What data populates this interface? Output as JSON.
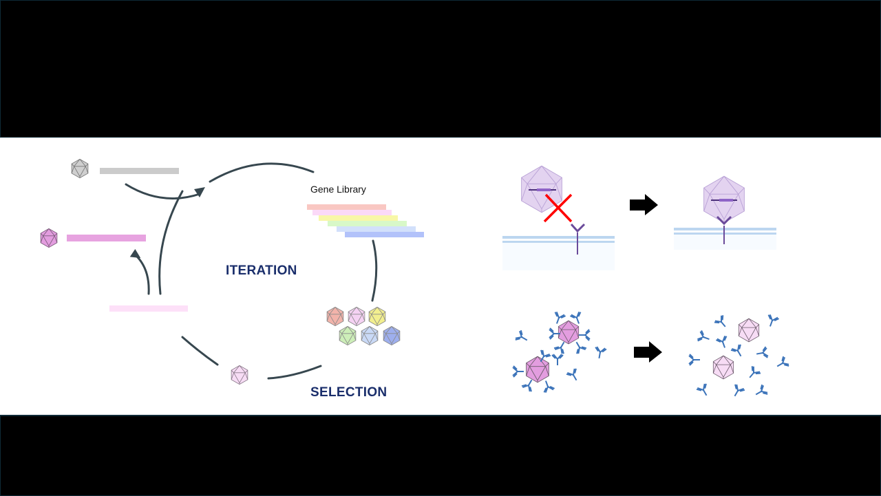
{
  "diagram": {
    "title": "Phage display iteration / selection cycle",
    "labels": {
      "gene_library": "Gene Library",
      "iteration": "ITERATION",
      "selection": "SELECTION"
    },
    "colors": {
      "arrow": "#37474f",
      "label_text": "#1a2e6b",
      "phage_gray": "#c8c8c8",
      "phage_magenta": "#e39ddf",
      "phage_pale_pink": "#f7dcf5",
      "antibody_blue": "#3b73b9",
      "receptor_purple": "#6a4a9a",
      "reject_red": "#ff0000",
      "membrane_blue": "#bcd6f0"
    },
    "library_colors": [
      "#f9c7c2",
      "#fbd9f7",
      "#f8f7a8",
      "#d8f8c8",
      "#d2e0fb",
      "#b2c2fa"
    ],
    "phage_pool_colors": [
      "#f2b3aa",
      "#f5d2f3",
      "#f2ef8f",
      "#cdeeb8",
      "#c9d9f6",
      "#9eafee"
    ],
    "panels": {
      "binding_top": {
        "before": "no binding (rejected)",
        "after": "bound to receptor"
      },
      "binding_bottom": {
        "before": "phages covered by antibodies",
        "after": "phages escaping antibodies"
      }
    }
  }
}
